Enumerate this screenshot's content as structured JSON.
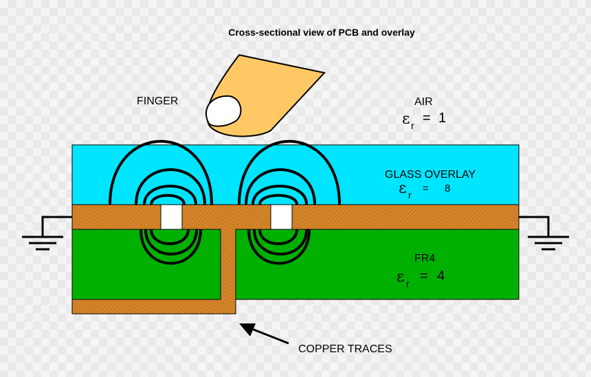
{
  "title": "Cross-sectional view of PCB and overlay",
  "labels": {
    "finger": "FINGER",
    "air": "AIR",
    "glass_overlay": "GLASS OVERLAY",
    "fr4": "FR4",
    "copper_traces": "COPPER TRACES"
  },
  "permittivity": {
    "symbol": "ε",
    "subscript": "r",
    "equals": "=",
    "air": "1",
    "glass": "8",
    "fr4": "4"
  },
  "colors": {
    "glass": "#00e5ff",
    "fr4": "#00b000",
    "copper": "#d7862a",
    "finger": "#ffc864",
    "electrode": "#ffffff",
    "field_lines": "#000000"
  },
  "icons": [
    "ground-symbol-left",
    "ground-symbol-right",
    "arrow-icon"
  ]
}
